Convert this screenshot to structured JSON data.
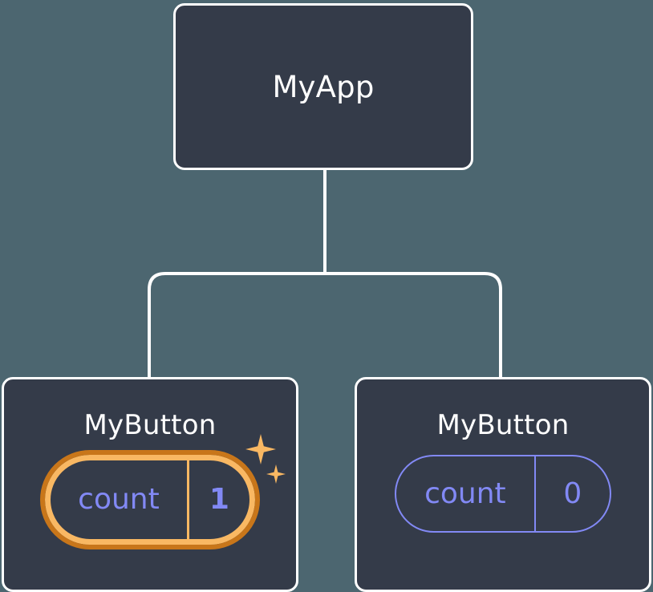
{
  "diagram": {
    "type": "component-tree",
    "background_color": "#4c6670",
    "node_fill_color": "#343b49",
    "node_border_color": "#ffffff",
    "connector_color": "#ffffff",
    "accent_color": "#8289f5",
    "highlight_color": "#f9b863",
    "highlight_outer_color": "#c8761a"
  },
  "root": {
    "title": "MyApp"
  },
  "children": [
    {
      "title": "MyButton",
      "highlighted": true,
      "state": {
        "key": "count",
        "value": "1"
      },
      "sparkles": [
        "sparkle-large",
        "sparkle-small"
      ]
    },
    {
      "title": "MyButton",
      "highlighted": false,
      "state": {
        "key": "count",
        "value": "0"
      }
    }
  ]
}
